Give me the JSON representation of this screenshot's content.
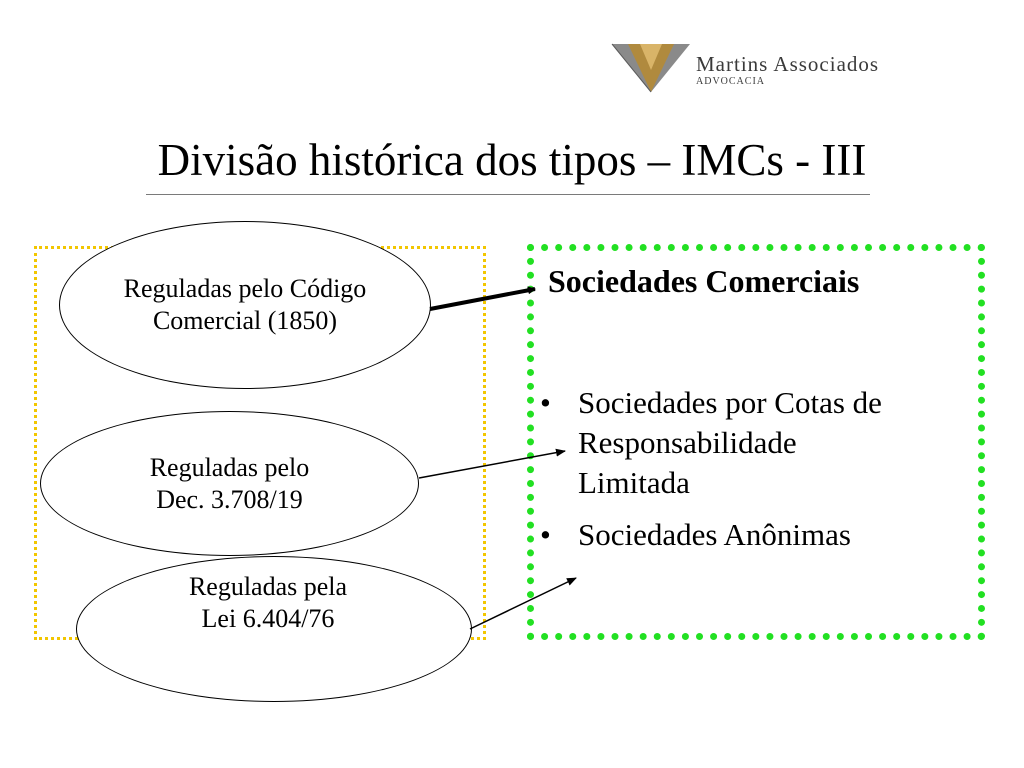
{
  "logo": {
    "name": "Martins Associados",
    "subtitle": "ADVOCACIA",
    "colors": {
      "triangle": "#8a8a8a",
      "accent": "#c9a14a"
    }
  },
  "title": "Divisão histórica dos tipos – IMCs - III",
  "left_group": {
    "items": [
      {
        "line1": "Reguladas pelo Código",
        "line2": "Comercial (1850)"
      },
      {
        "line1": "Reguladas pelo",
        "line2": "Dec. 3.708/19"
      },
      {
        "line1": "Reguladas pela",
        "line2": "Lei 6.404/76"
      }
    ]
  },
  "right_group": {
    "heading": "Sociedades Comerciais",
    "bullets": [
      {
        "bullet": "•",
        "lines": [
          "Sociedades por Cotas de",
          "Responsabilidade",
          "Limitada"
        ]
      },
      {
        "bullet": "•",
        "lines": [
          "Sociedades Anônimas"
        ]
      }
    ]
  },
  "colors": {
    "yellow_frame": "#f2c600",
    "green_frame": "#22e022"
  }
}
